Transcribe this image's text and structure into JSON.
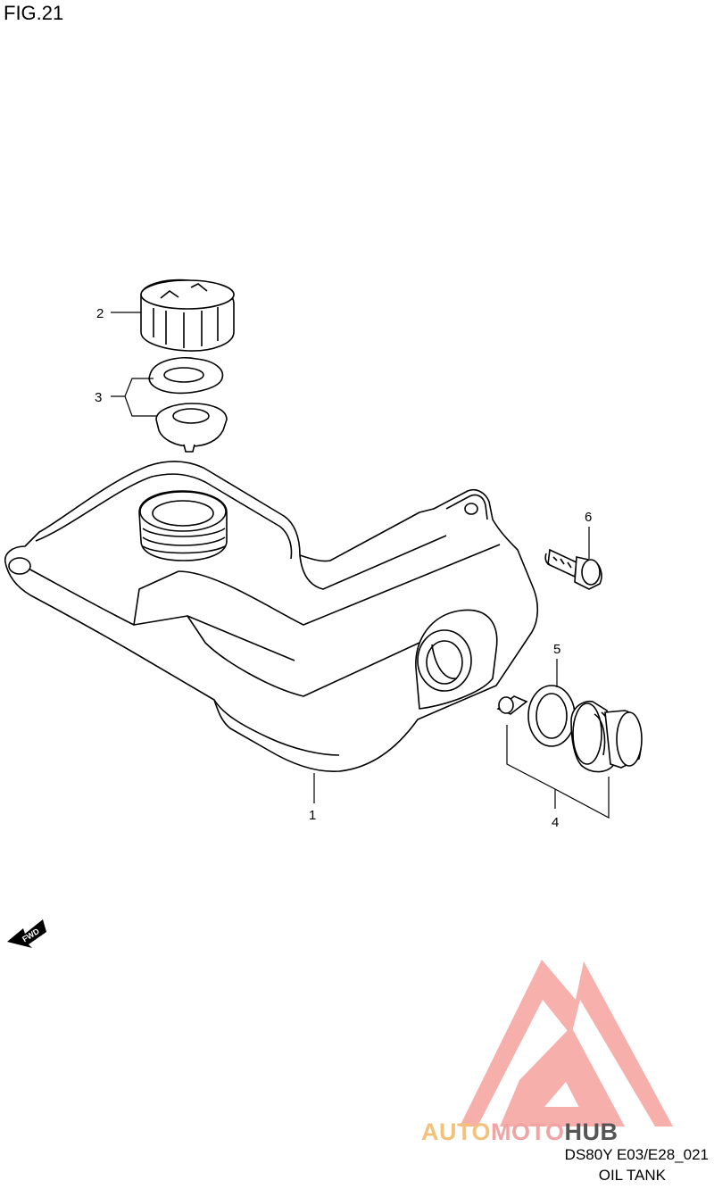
{
  "figure": {
    "title": "FIG.21",
    "code": "DS80Y E03/E28_021",
    "description": "OIL TANK"
  },
  "callouts": [
    {
      "id": "1",
      "label": "1",
      "part": "oil-tank"
    },
    {
      "id": "2",
      "label": "2",
      "part": "filler-cap"
    },
    {
      "id": "3",
      "label": "3",
      "part": "cap-gasket-and-strainer"
    },
    {
      "id": "4",
      "label": "4",
      "part": "drain-plug-set"
    },
    {
      "id": "5",
      "label": "5",
      "part": "drain-gasket"
    },
    {
      "id": "6",
      "label": "6",
      "part": "mounting-bolt"
    }
  ],
  "direction_marker": {
    "label": "FWD"
  },
  "watermark": {
    "word_1": "AUTO",
    "word_2": "MOTO",
    "word_3": "HUB",
    "colors": {
      "auto": "#f3c27a",
      "moto": "#f0a4a4",
      "hub": "#555555",
      "logo": "#f6a29e"
    }
  }
}
